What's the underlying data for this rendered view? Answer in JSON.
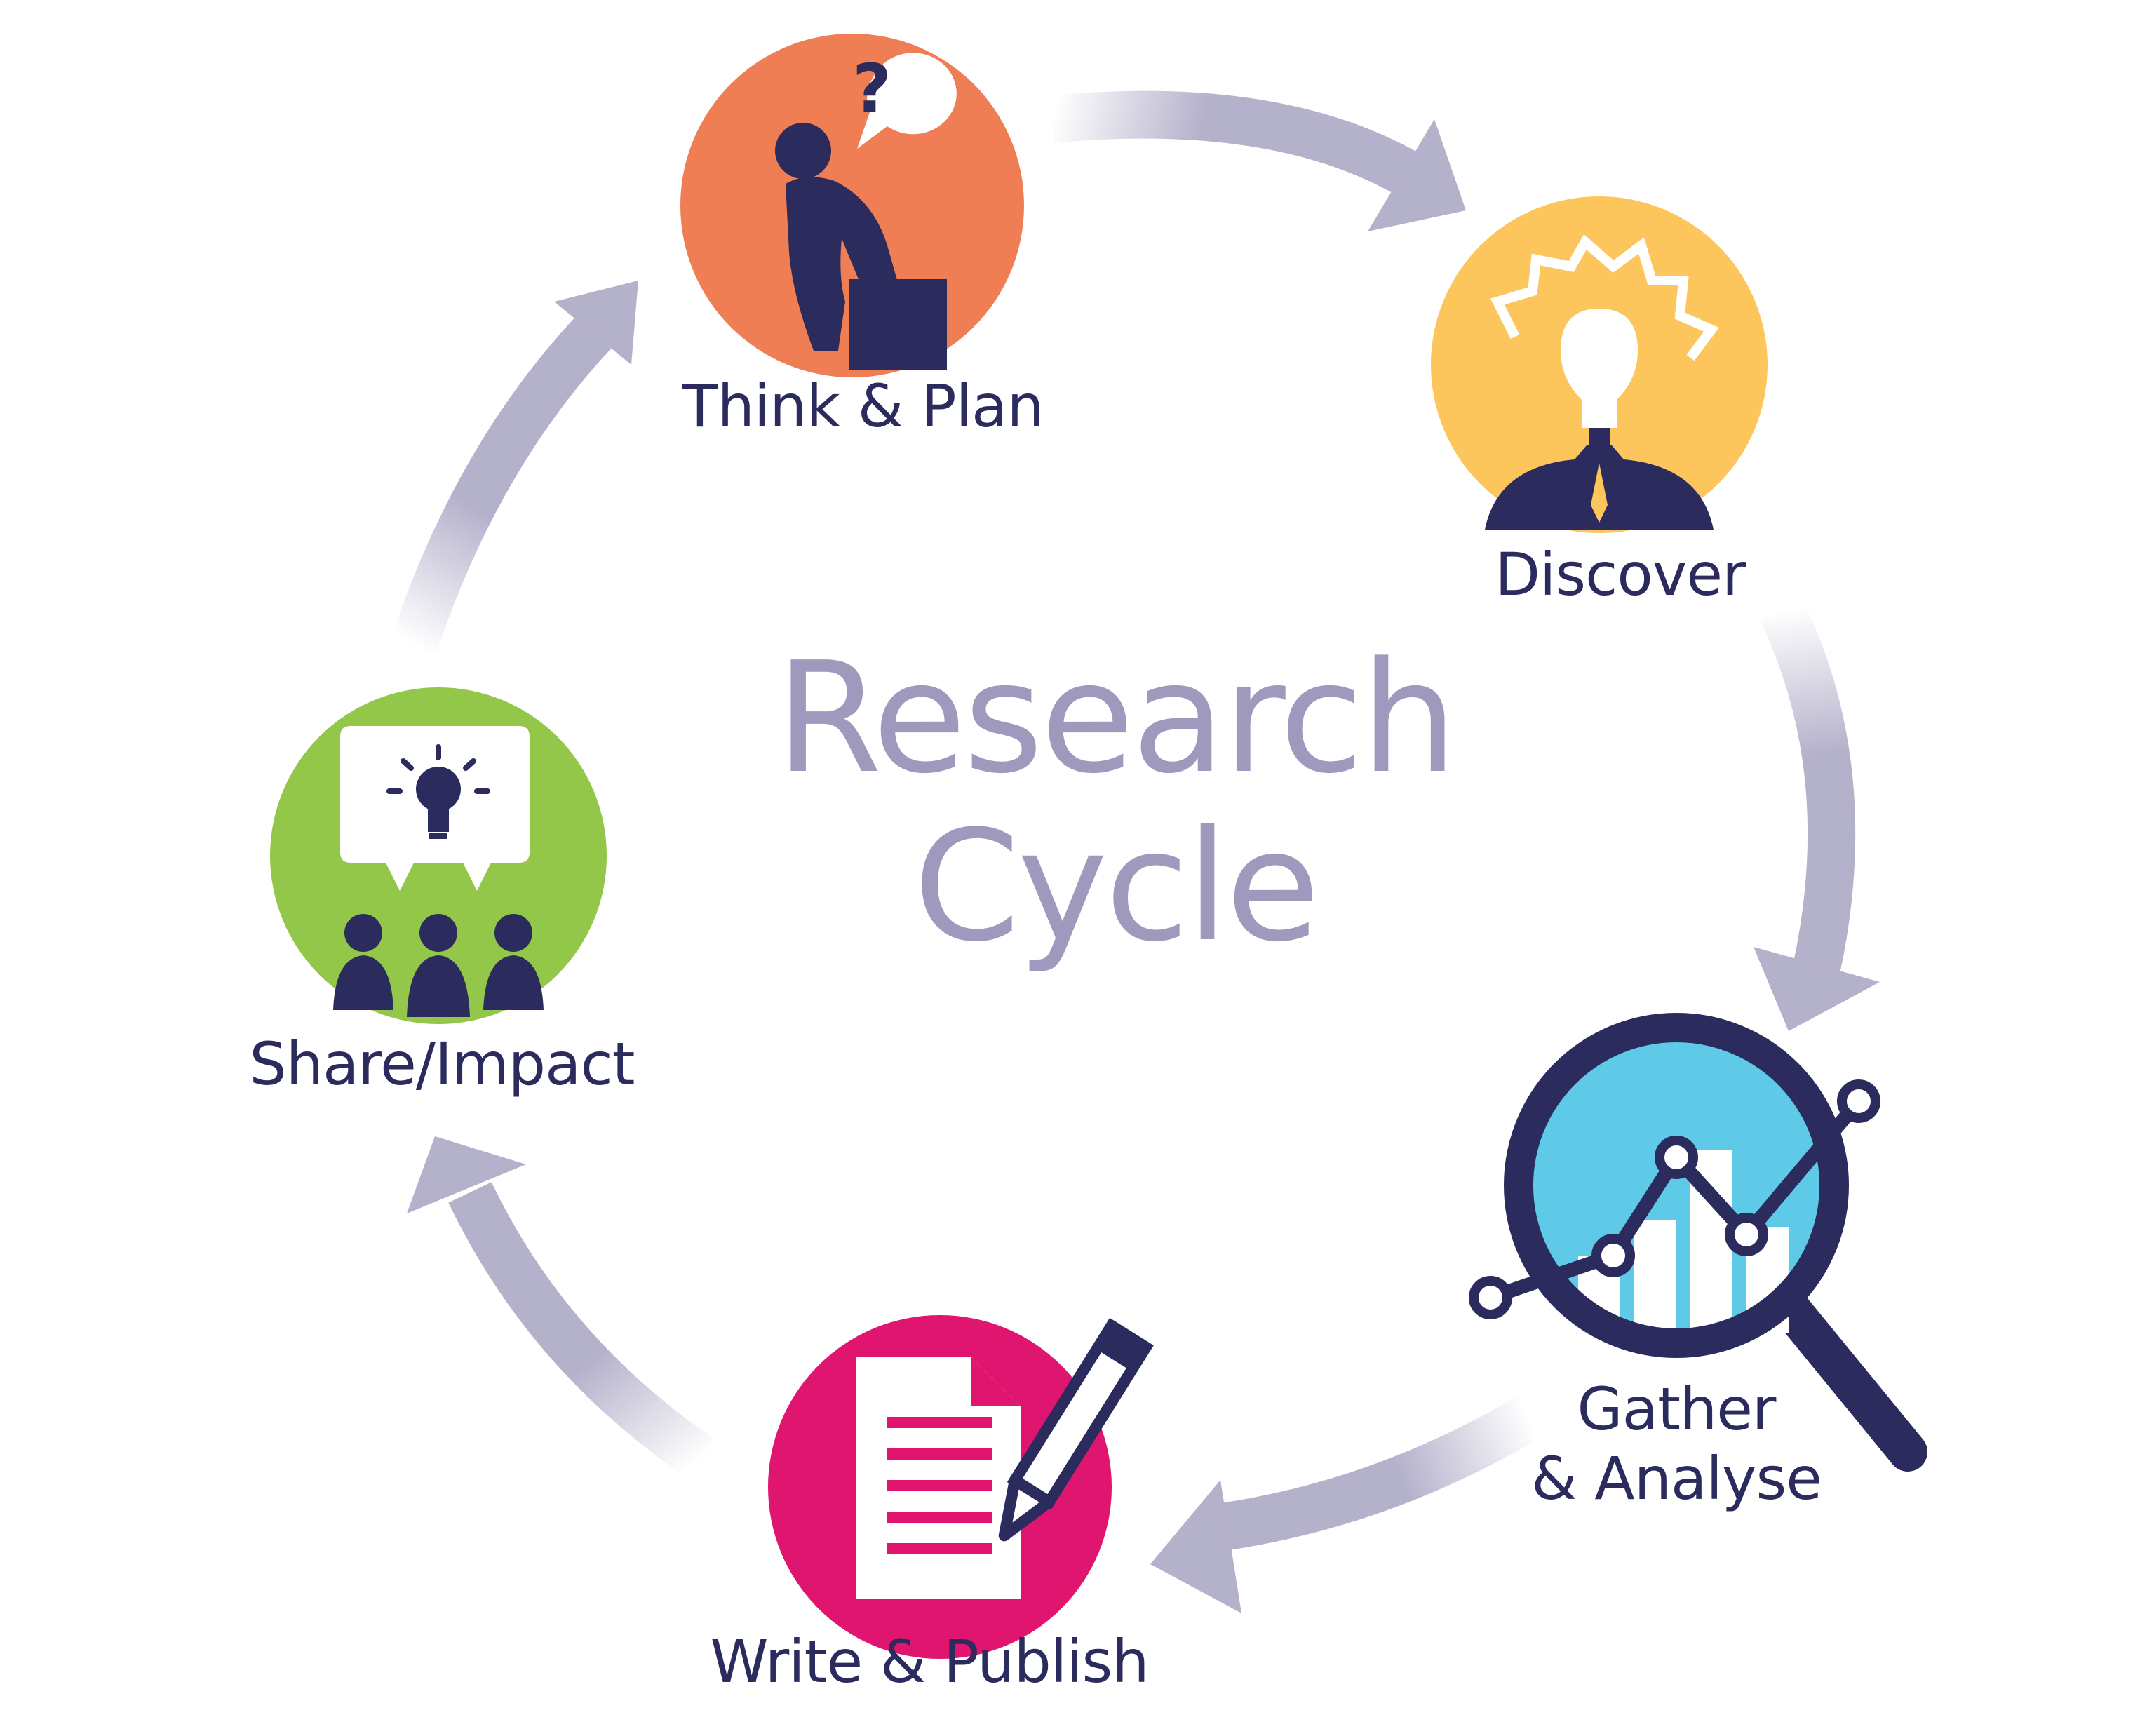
{
  "title": {
    "line1": "Research",
    "line2": "Cycle"
  },
  "stages": {
    "think": {
      "label": "Think & Plan",
      "icon": "thinker-icon",
      "color": "#f07e55"
    },
    "discover": {
      "label": "Discover",
      "icon": "lightbulb-head-icon",
      "color": "#fdc65c"
    },
    "gather": {
      "label_line1": "Gather",
      "label_line2": "& Analyse",
      "icon": "magnifier-chart-icon",
      "color": "#5fc9e8"
    },
    "write": {
      "label": "Write & Publish",
      "icon": "document-pencil-icon",
      "color": "#e0156f"
    },
    "share": {
      "label": "Share/Impact",
      "icon": "presentation-audience-icon",
      "color": "#93c74a"
    }
  },
  "colors": {
    "dark": "#2b2b5e",
    "arrow": "#b4b1cb",
    "title": "#9f9abd"
  }
}
